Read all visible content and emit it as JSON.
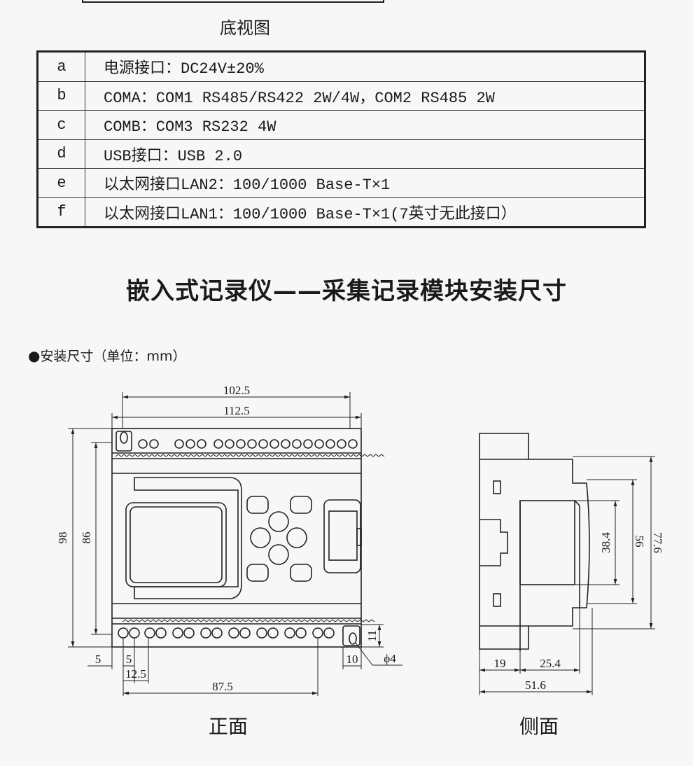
{
  "bottom_view_caption": "底视图",
  "ports": [
    {
      "key": "a",
      "desc": "电源接口：DC24V±20%"
    },
    {
      "key": "b",
      "desc": "COMA：COM1 RS485/RS422 2W/4W，COM2 RS485 2W"
    },
    {
      "key": "c",
      "desc": "COMB：COM3 RS232 4W"
    },
    {
      "key": "d",
      "desc": "USB接口：USB 2.0"
    },
    {
      "key": "e",
      "desc": "以太网接口LAN2：100/1000 Base-T×1"
    },
    {
      "key": "f",
      "desc": "以太网接口LAN1：100/1000 Base-T×1(7英寸无此接口）"
    }
  ],
  "section_title": "嵌入式记录仪——采集记录模块安装尺寸",
  "install_note": {
    "bullet": "●",
    "text": "安装尺寸（单位：mm）"
  },
  "front_view": {
    "caption": "正面",
    "dims": {
      "top_inner": "102.5",
      "top_outer": "112.5",
      "height_outer": "98",
      "height_inner": "86",
      "left_gap": "5",
      "pitch": "5",
      "first_terminal": "12.5",
      "terminal_span": "87.5",
      "hole_offset": "10",
      "hole_dia": "ϕ4",
      "hole_height": "11"
    }
  },
  "side_view": {
    "caption": "侧面",
    "dims": {
      "base": "19",
      "mid": "25.4",
      "total_depth": "51.6",
      "front_height": "38.4",
      "mid_height": "56",
      "total_height": "77.6"
    }
  }
}
